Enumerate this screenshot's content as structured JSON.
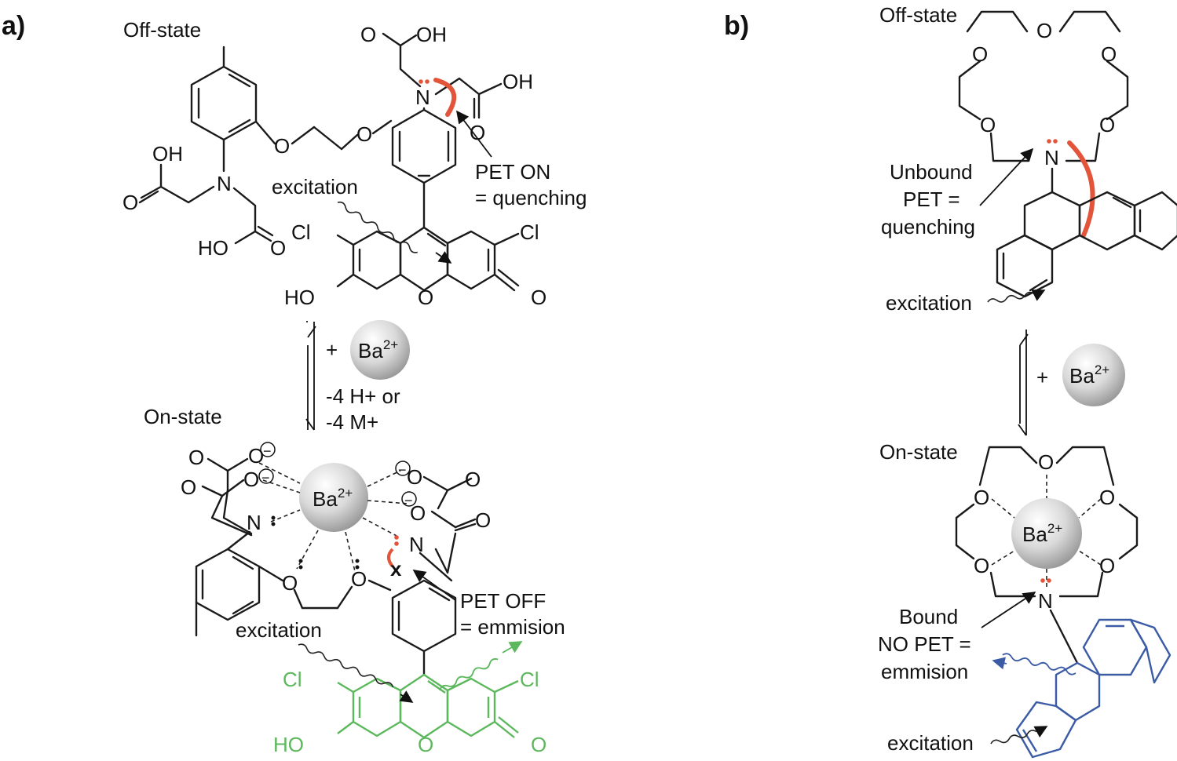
{
  "panels": {
    "a": {
      "label": "a)",
      "off_state": "Off-state",
      "on_state": "On-state",
      "pet_on_line1": "PET ON",
      "pet_on_line2": "= quenching",
      "pet_off_line1": "PET OFF",
      "pet_off_line2": "= emmision",
      "excitation_top": "excitation",
      "excitation_bottom": "excitation",
      "reagent_plus": "+",
      "ion_base": "Ba",
      "ion_charge": "2+",
      "loss_line1": "-4 H+ or",
      "loss_line2": "-4 M+",
      "atoms": {
        "oh1": "OH",
        "oh2": "OH",
        "oh3": "OH",
        "oh4": "HO",
        "o1": "O",
        "o2": "O",
        "o3": "O",
        "o4": "O",
        "o5": "O",
        "o6": "O",
        "n1": "N",
        "n2": "N",
        "cl1": "Cl",
        "cl2": "Cl",
        "ho": "HO",
        "o_ring": "O",
        "o_keto": "O",
        "bo1": "O",
        "bo2": "O",
        "bo3": "O",
        "bo4": "O",
        "bo5": "O",
        "bo6": "O",
        "bo7": "O",
        "bo8": "O",
        "bn1": "N",
        "bn2": "N",
        "bo_e1": "O",
        "bo_e2": "O",
        "x_mark": "x",
        "gcl1": "Cl",
        "gcl2": "Cl",
        "gho": "HO",
        "go_ring": "O",
        "go_keto": "O",
        "minus": "−"
      }
    },
    "b": {
      "label": "b)",
      "off_state": "Off-state",
      "on_state": "On-state",
      "unbound_line1": "Unbound",
      "unbound_line2": "PET =",
      "unbound_line3": "quenching",
      "bound_line1": "Bound",
      "bound_line2": "NO PET =",
      "bound_line3": "emmision",
      "excitation_top": "excitation",
      "excitation_bottom": "excitation",
      "reagent_plus": "+",
      "ion_base": "Ba",
      "ion_charge": "2+",
      "atoms": {
        "o": "O",
        "n": "N"
      }
    }
  },
  "colors": {
    "pet_arc": "#e2553a",
    "lone_pair": "#e2553a",
    "fluorescent_green": "#5cb85c",
    "anthracene_blue": "#3b5ba5"
  }
}
